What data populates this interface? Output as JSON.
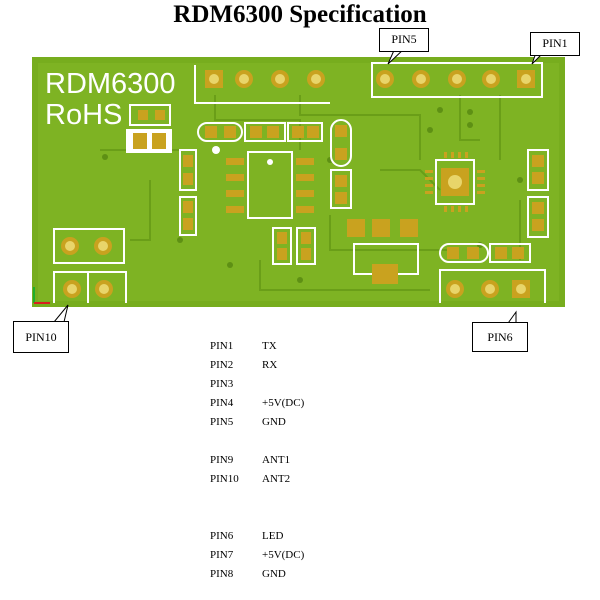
{
  "title": "RDM6300 Specification",
  "board": {
    "silk_name": "RDM6300",
    "silk_rohs": "RoHS"
  },
  "callouts": {
    "pin5": "PIN5",
    "pin1": "PIN1",
    "pin10": "PIN10",
    "pin6": "PIN6"
  },
  "pin_groups": [
    [
      {
        "pin": "PIN1",
        "fn": "TX"
      },
      {
        "pin": "PIN2",
        "fn": "RX"
      },
      {
        "pin": "PIN3",
        "fn": ""
      },
      {
        "pin": "PIN4",
        "fn": "+5V(DC)"
      },
      {
        "pin": "PIN5",
        "fn": "GND"
      }
    ],
    [
      {
        "pin": "PIN9",
        "fn": "ANT1"
      },
      {
        "pin": "PIN10",
        "fn": "ANT2"
      }
    ],
    [
      {
        "pin": "PIN6",
        "fn": "LED"
      },
      {
        "pin": "PIN7",
        "fn": "+5V(DC)"
      },
      {
        "pin": "PIN8",
        "fn": "GND"
      }
    ]
  ]
}
